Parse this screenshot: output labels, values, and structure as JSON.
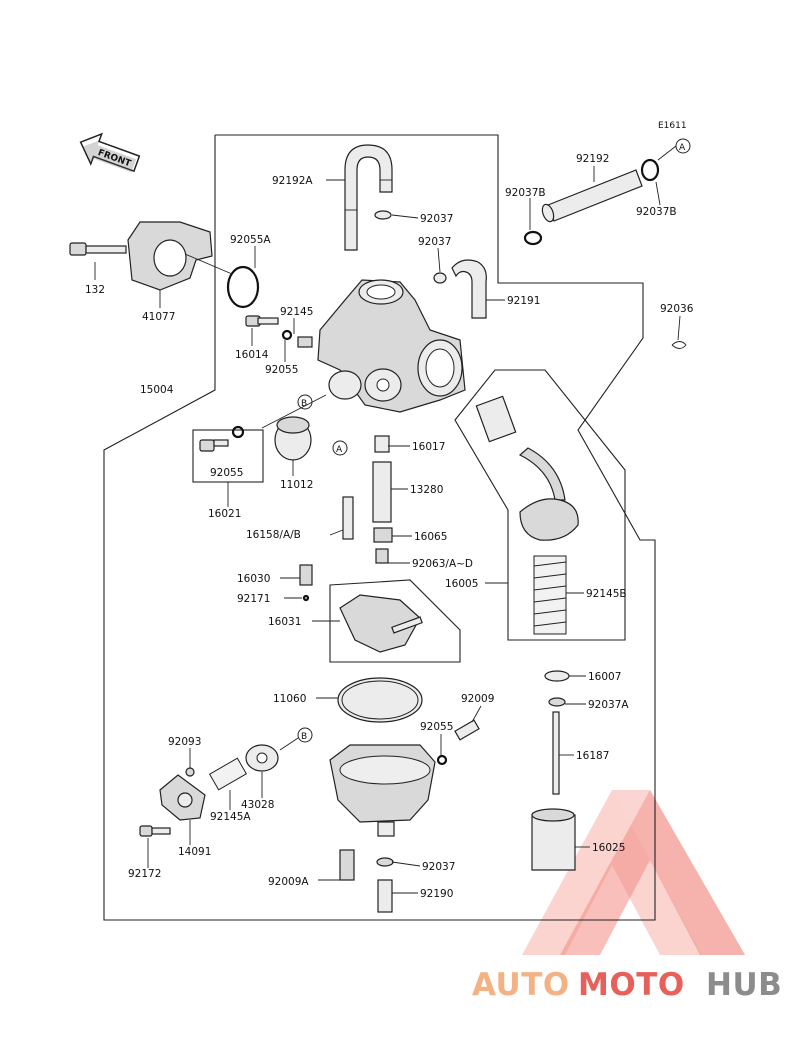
{
  "diagram_code": "E1611",
  "front_arrow_label": "FRONT",
  "part_labels": [
    "92192A",
    "92037",
    "92037",
    "92191",
    "92192",
    "92037B",
    "92037B",
    "92036",
    "92055A",
    "132",
    "41077",
    "92145",
    "16014",
    "92055",
    "15004",
    "16021",
    "92055",
    "11012",
    "16017",
    "13280",
    "16158/A/B",
    "16065",
    "92063/A~D",
    "16005",
    "92145B",
    "16030",
    "92171",
    "16031",
    "11060",
    "92009",
    "92055",
    "16007",
    "92037A",
    "16187",
    "92093",
    "43028",
    "92145A",
    "14091",
    "92172",
    "92037",
    "92009A",
    "92190",
    "16025"
  ],
  "callouts": {
    "a": "A",
    "b": "B"
  },
  "watermark": {
    "part1": "AUTO",
    "part2": "MOTO",
    "part3": "HUB",
    "color_light": "#f4b183",
    "color_red": "#e8605a",
    "color_gray": "#8c8c8c"
  }
}
